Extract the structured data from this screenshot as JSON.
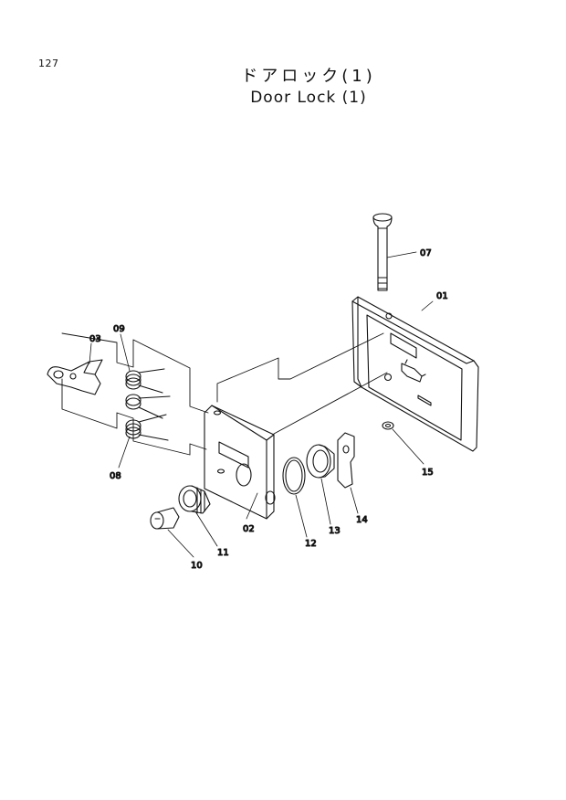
{
  "page_number": "127",
  "title_jp": "ドアロック(1)",
  "title_en": "Door Lock (1)",
  "callouts": [
    "07",
    "01",
    "03",
    "09",
    "08",
    "02",
    "11",
    "10",
    "12",
    "13",
    "14",
    "15"
  ]
}
